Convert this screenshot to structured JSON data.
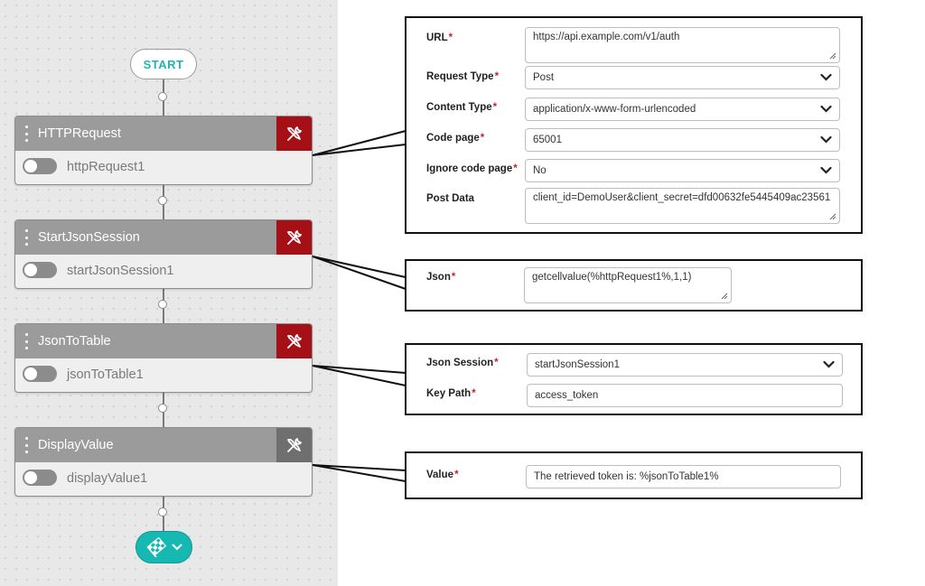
{
  "flow": {
    "start_label": "START",
    "nodes": [
      {
        "title": "HTTPRequest",
        "name": "httpRequest1",
        "tool_state": "configured"
      },
      {
        "title": "StartJsonSession",
        "name": "startJsonSession1",
        "tool_state": "configured"
      },
      {
        "title": "JsonToTable",
        "name": "jsonToTable1",
        "tool_state": "configured"
      },
      {
        "title": "DisplayValue",
        "name": "displayValue1",
        "tool_state": "default"
      }
    ],
    "end_icon": "checkered-flag-icon"
  },
  "panels": {
    "http_request": {
      "url_label": "URL",
      "url_value": "https://api.example.com/v1/auth",
      "request_type_label": "Request Type",
      "request_type_value": "Post",
      "content_type_label": "Content Type",
      "content_type_value": "application/x-www-form-urlencoded",
      "code_page_label": "Code page",
      "code_page_value": "65001",
      "ignore_code_page_label": "Ignore code page",
      "ignore_code_page_value": "No",
      "post_data_label": "Post Data",
      "post_data_value": "client_id=DemoUser&client_secret=dfd00632fe5445409ac23561"
    },
    "start_json_session": {
      "json_label": "Json",
      "json_value": "getcellvalue(%httpRequest1%,1,1)"
    },
    "json_to_table": {
      "json_session_label": "Json Session",
      "json_session_value": "startJsonSession1",
      "key_path_label": "Key Path",
      "key_path_value": "access_token"
    },
    "display_value": {
      "value_label": "Value",
      "value_value": "The retrieved token is: %jsonToTable1%"
    }
  },
  "required_marker": "*",
  "colors": {
    "accent_teal": "#1fb5b0",
    "tool_red": "#a50f16",
    "tool_gray": "#6f6f6f",
    "required_red": "#c0282e"
  }
}
